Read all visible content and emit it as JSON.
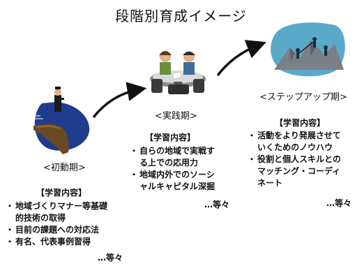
{
  "title": "段階別育成イメージ",
  "stages": [
    {
      "name": "<初動期>",
      "heading": "【学習内容】",
      "items": [
        "地域づくりマナー等基礎",
        "的技術の取得",
        "目前の課題への対応法",
        "有名、代表事例習得"
      ],
      "etc": "…等々"
    },
    {
      "name": "<実践期>",
      "heading": "【学習内容】",
      "items": [
        "自らの地域で実戦す",
        "る上での応用力",
        "地域内外でのソーシ",
        "ャルキャピタル深掘"
      ],
      "etc": "…等々"
    },
    {
      "name": "<ステップアップ期>",
      "heading": "【学習内容】",
      "items": [
        "活動をより発展させて",
        "いくためのノウハウ",
        "役割と個人スキルとの",
        "マッチング・コーディ",
        "ネート"
      ],
      "etc": "…等々"
    }
  ],
  "icons": {
    "ship": "ship-captain-icon",
    "meeting": "meeting-table-icon",
    "climb": "mountain-climbing-icon",
    "arrow": "curved-arrow-icon"
  }
}
